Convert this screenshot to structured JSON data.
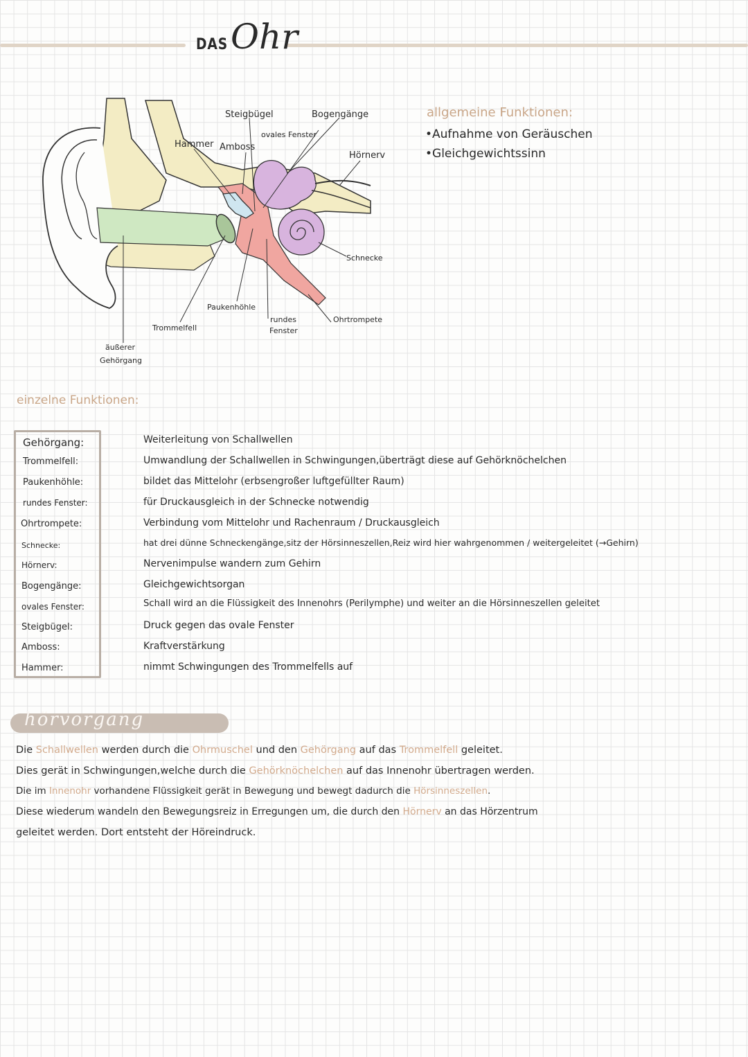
{
  "title": {
    "small": "DAS",
    "big": "Ohr"
  },
  "diagram": {
    "labels": {
      "steigbuegel": "Steigbügel",
      "bogengaenge": "Bogengänge",
      "ovales_fenster": "ovales Fenster",
      "hammer": "Hammer",
      "amboss": "Amboss",
      "hoernerv": "Hörnerv",
      "schnecke": "Schnecke",
      "paukenhoehle": "Paukenhöhle",
      "rundes": "rundes",
      "fenster": "Fenster",
      "ohrtrompete": "Ohrtrompete",
      "trommelfell": "Trommelfell",
      "aeusserer": "äußerer",
      "gehoergang": "Gehörgang"
    },
    "colors": {
      "cartilage": "#f3ecc4",
      "canal": "#cfe8c2",
      "drum": "#a9c69a",
      "middle": "#f0a6a0",
      "ossicle": "#cfe6f0",
      "inner": "#d8b4de"
    }
  },
  "general": {
    "heading": "allgemeine Funktionen:",
    "items": [
      "•Aufnahme von Geräuschen",
      "•Gleichgewichtssinn"
    ]
  },
  "single": {
    "heading": "einzelne Funktionen:",
    "rows": [
      {
        "term": "Gehörgang:",
        "desc": "Weiterleitung von Schallwellen"
      },
      {
        "term": "Trommelfell:",
        "desc": "Umwandlung der Schallwellen in Schwingungen,überträgt diese auf Gehörknöchelchen"
      },
      {
        "term": "Paukenhöhle:",
        "desc": "bildet das Mittelohr (erbsengroßer luftgefüllter Raum)"
      },
      {
        "term": "rundes Fenster:",
        "desc": "für Druckausgleich in der Schnecke notwendig"
      },
      {
        "term": "Ohrtrompete:",
        "desc": "Verbindung vom Mittelohr und Rachenraum / Druckausgleich"
      },
      {
        "term": "Schnecke:",
        "desc": "hat drei dünne Schneckengänge,sitz der Hörsinneszellen,Reiz wird hier wahrgenommen / weitergeleitet (→Gehirn)"
      },
      {
        "term": "Hörnerv:",
        "desc": "Nervenimpulse wandern zum Gehirn"
      },
      {
        "term": "Bogengänge:",
        "desc": "Gleichgewichtsorgan"
      },
      {
        "term": "ovales Fenster:",
        "desc": "Schall wird an die Flüssigkeit des Innenohrs (Perilymphe) und weiter an die Hörsinneszellen geleitet"
      },
      {
        "term": "Steigbügel:",
        "desc": "Druck gegen das ovale Fenster"
      },
      {
        "term": "Amboss:",
        "desc": "Kraftverstärkung"
      },
      {
        "term": "Hammer:",
        "desc": "nimmt Schwingungen des Trommelfells auf"
      }
    ]
  },
  "hoervorgang": {
    "heading": "hörvorgang",
    "lines": [
      [
        "Die ",
        {
          "hl": "Schallwellen"
        },
        " werden durch die ",
        {
          "hl": "Ohrmuschel"
        },
        " und den ",
        {
          "hl": "Gehörgang"
        },
        " auf das ",
        {
          "hl": "Trommelfell"
        },
        " geleitet."
      ],
      [
        "Dies gerät in Schwingungen,welche durch die ",
        {
          "hl": "Gehörknöchelchen"
        },
        " auf das Innenohr übertragen werden."
      ],
      [
        "Die im ",
        {
          "hl": "Innenohr"
        },
        " vorhandene Flüssigkeit gerät in Bewegung und bewegt dadurch die ",
        {
          "hl": "Hörsinneszellen"
        },
        "."
      ],
      [
        "Diese wiederum wandeln den Bewegungsreiz in Erregungen um, die durch den ",
        {
          "hl": "Hörnerv"
        },
        " an das Hörzentrum"
      ],
      [
        "geleitet werden. Dort entsteht der Höreindruck."
      ]
    ]
  }
}
